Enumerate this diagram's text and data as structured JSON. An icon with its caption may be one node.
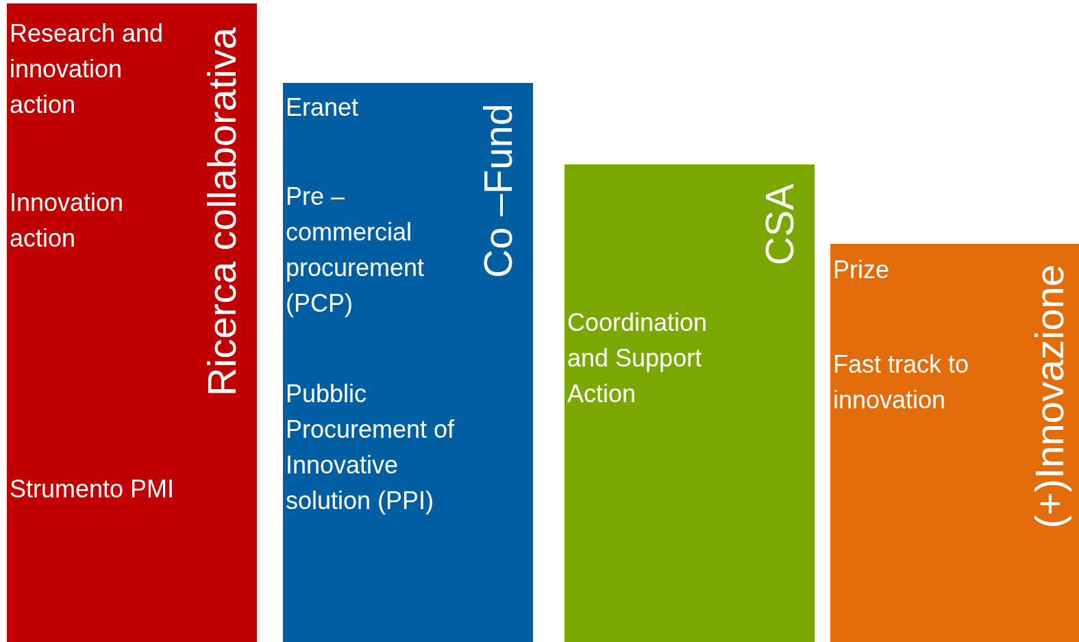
{
  "diagram": {
    "nodes": [
      {
        "text": [
          "Ricerca collaborativa",
          "Research and innovation action",
          "Innovation action",
          "Strumento PMI"
        ]
      },
      {
        "text": [
          "Co –Fund",
          "Eranet",
          "Pre – commercial procurement (PCP)",
          "Pubblic Procurement of Innovative solution (PPI)"
        ]
      },
      {
        "text": [
          "CSA",
          "Coordination and Support Action"
        ]
      },
      {
        "text": [
          "(+)Innovazione",
          "Prize",
          "Fast track to innovation"
        ]
      }
    ]
  }
}
